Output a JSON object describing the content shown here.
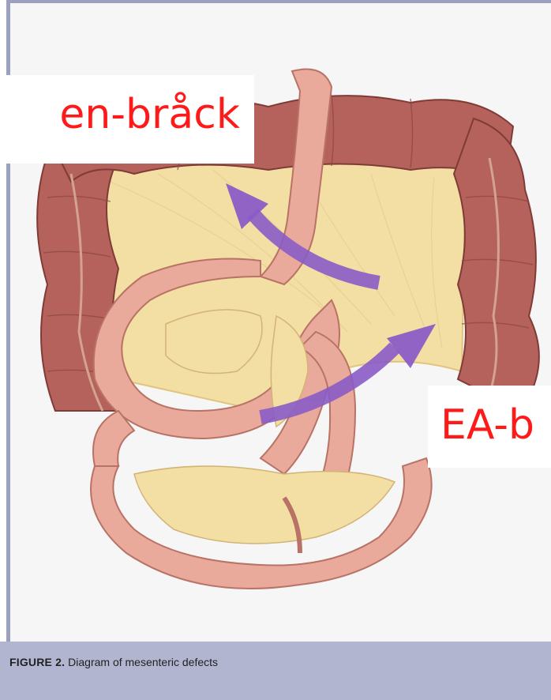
{
  "labels": {
    "upper_left": "en-bråck",
    "right": "EA-b"
  },
  "caption": {
    "figure_label": "FIGURE 2.",
    "text": "Diagram of mesenteric defects"
  },
  "colors": {
    "label_text": "#ff1a1a",
    "arrow": "#8a5cc7",
    "caption_bar": "#b2b5d0",
    "colon": "#b5625c",
    "small_intestine": "#e9a99b",
    "mesentery": "#f3dea4"
  }
}
